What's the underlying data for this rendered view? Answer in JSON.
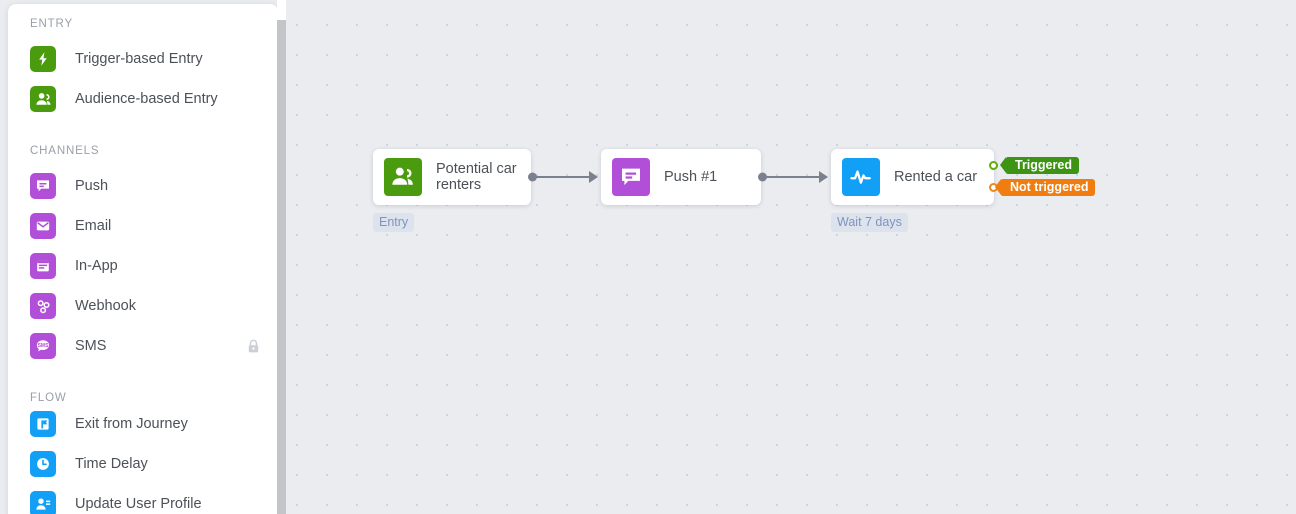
{
  "sidebar": {
    "groups": [
      {
        "title": "ENTRY",
        "items": [
          {
            "label": "Trigger-based Entry",
            "icon": "lightning-bolt-icon",
            "color": "#4a9c0e",
            "locked": false
          },
          {
            "label": "Audience-based Entry",
            "icon": "audience-people-icon",
            "color": "#4a9c0e",
            "locked": false
          }
        ]
      },
      {
        "title": "CHANNELS",
        "items": [
          {
            "label": "Push",
            "icon": "push-message-icon",
            "color": "#b24fd8",
            "locked": false
          },
          {
            "label": "Email",
            "icon": "email-envelope-icon",
            "color": "#b24fd8",
            "locked": false
          },
          {
            "label": "In-App",
            "icon": "in-app-window-icon",
            "color": "#b24fd8",
            "locked": false
          },
          {
            "label": "Webhook",
            "icon": "webhook-icon",
            "color": "#b24fd8",
            "locked": false
          },
          {
            "label": "SMS",
            "icon": "sms-bubble-icon",
            "color": "#b24fd8",
            "locked": true
          }
        ]
      },
      {
        "title": "FLOW",
        "items": [
          {
            "label": "Exit from Journey",
            "icon": "exit-flag-icon",
            "color": "#11a0f5",
            "locked": false
          },
          {
            "label": "Time Delay",
            "icon": "clock-icon",
            "color": "#11a0f5",
            "locked": false
          },
          {
            "label": "Update User Profile",
            "icon": "user-edit-icon",
            "color": "#11a0f5",
            "locked": false
          }
        ]
      }
    ]
  },
  "canvas": {
    "nodes": [
      {
        "id": "entry",
        "title": "Potential car renters",
        "icon": "audience-people-icon",
        "color": "#4a9c0e",
        "sublabel": "Entry"
      },
      {
        "id": "push",
        "title": "Push #1",
        "icon": "push-message-icon",
        "color": "#b24fd8",
        "sublabel": ""
      },
      {
        "id": "rented",
        "title": "Rented a car",
        "icon": "activity-pulse-icon",
        "color": "#11a0f5",
        "sublabel": "Wait 7 days"
      }
    ],
    "branches": [
      {
        "label": "Triggered",
        "color": "#3c9412",
        "port_color": "#63a80e"
      },
      {
        "label": "Not triggered",
        "color": "#ef7d10",
        "port_color": "#e8891b"
      }
    ]
  }
}
